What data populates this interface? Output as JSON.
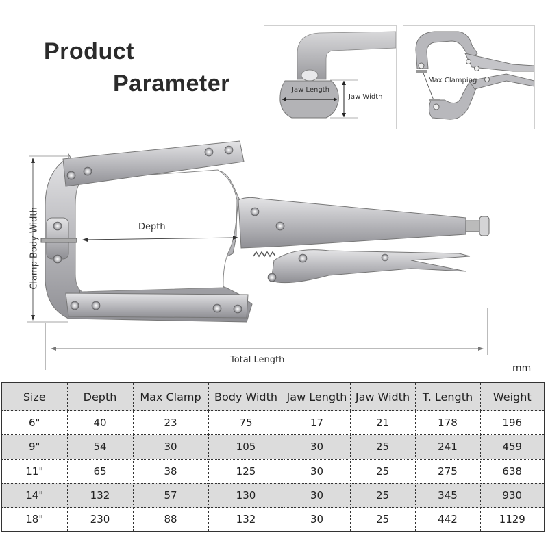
{
  "title": {
    "line1": "Product",
    "line2": "Parameter"
  },
  "detail_jaw": {
    "jaw_length_label": "Jaw Length",
    "jaw_width_label": "Jaw Width"
  },
  "detail_max": {
    "max_clamping_label": "Max Clamping"
  },
  "diagram": {
    "body_width_label": "Clamp Body Width",
    "depth_label": "Depth",
    "total_length_label": "Total Length",
    "unit": "mm"
  },
  "table": {
    "headers": [
      "Size",
      "Depth",
      "Max Clamp",
      "Body Width",
      "Jaw Length",
      "Jaw Width",
      "T. Length",
      "Weight"
    ],
    "rows": [
      [
        "6\"",
        "40",
        "23",
        "75",
        "17",
        "21",
        "178",
        "196"
      ],
      [
        "9\"",
        "54",
        "30",
        "105",
        "30",
        "25",
        "241",
        "459"
      ],
      [
        "11\"",
        "65",
        "38",
        "125",
        "30",
        "25",
        "275",
        "638"
      ],
      [
        "14\"",
        "132",
        "57",
        "130",
        "30",
        "25",
        "345",
        "930"
      ],
      [
        "18\"",
        "230",
        "88",
        "132",
        "30",
        "25",
        "442",
        "1129"
      ]
    ]
  },
  "colors": {
    "header_bg": "#dcdcdc",
    "alt_row_bg": "#dcdcdc",
    "border": "#333333",
    "metal": "#b8b8bc"
  }
}
